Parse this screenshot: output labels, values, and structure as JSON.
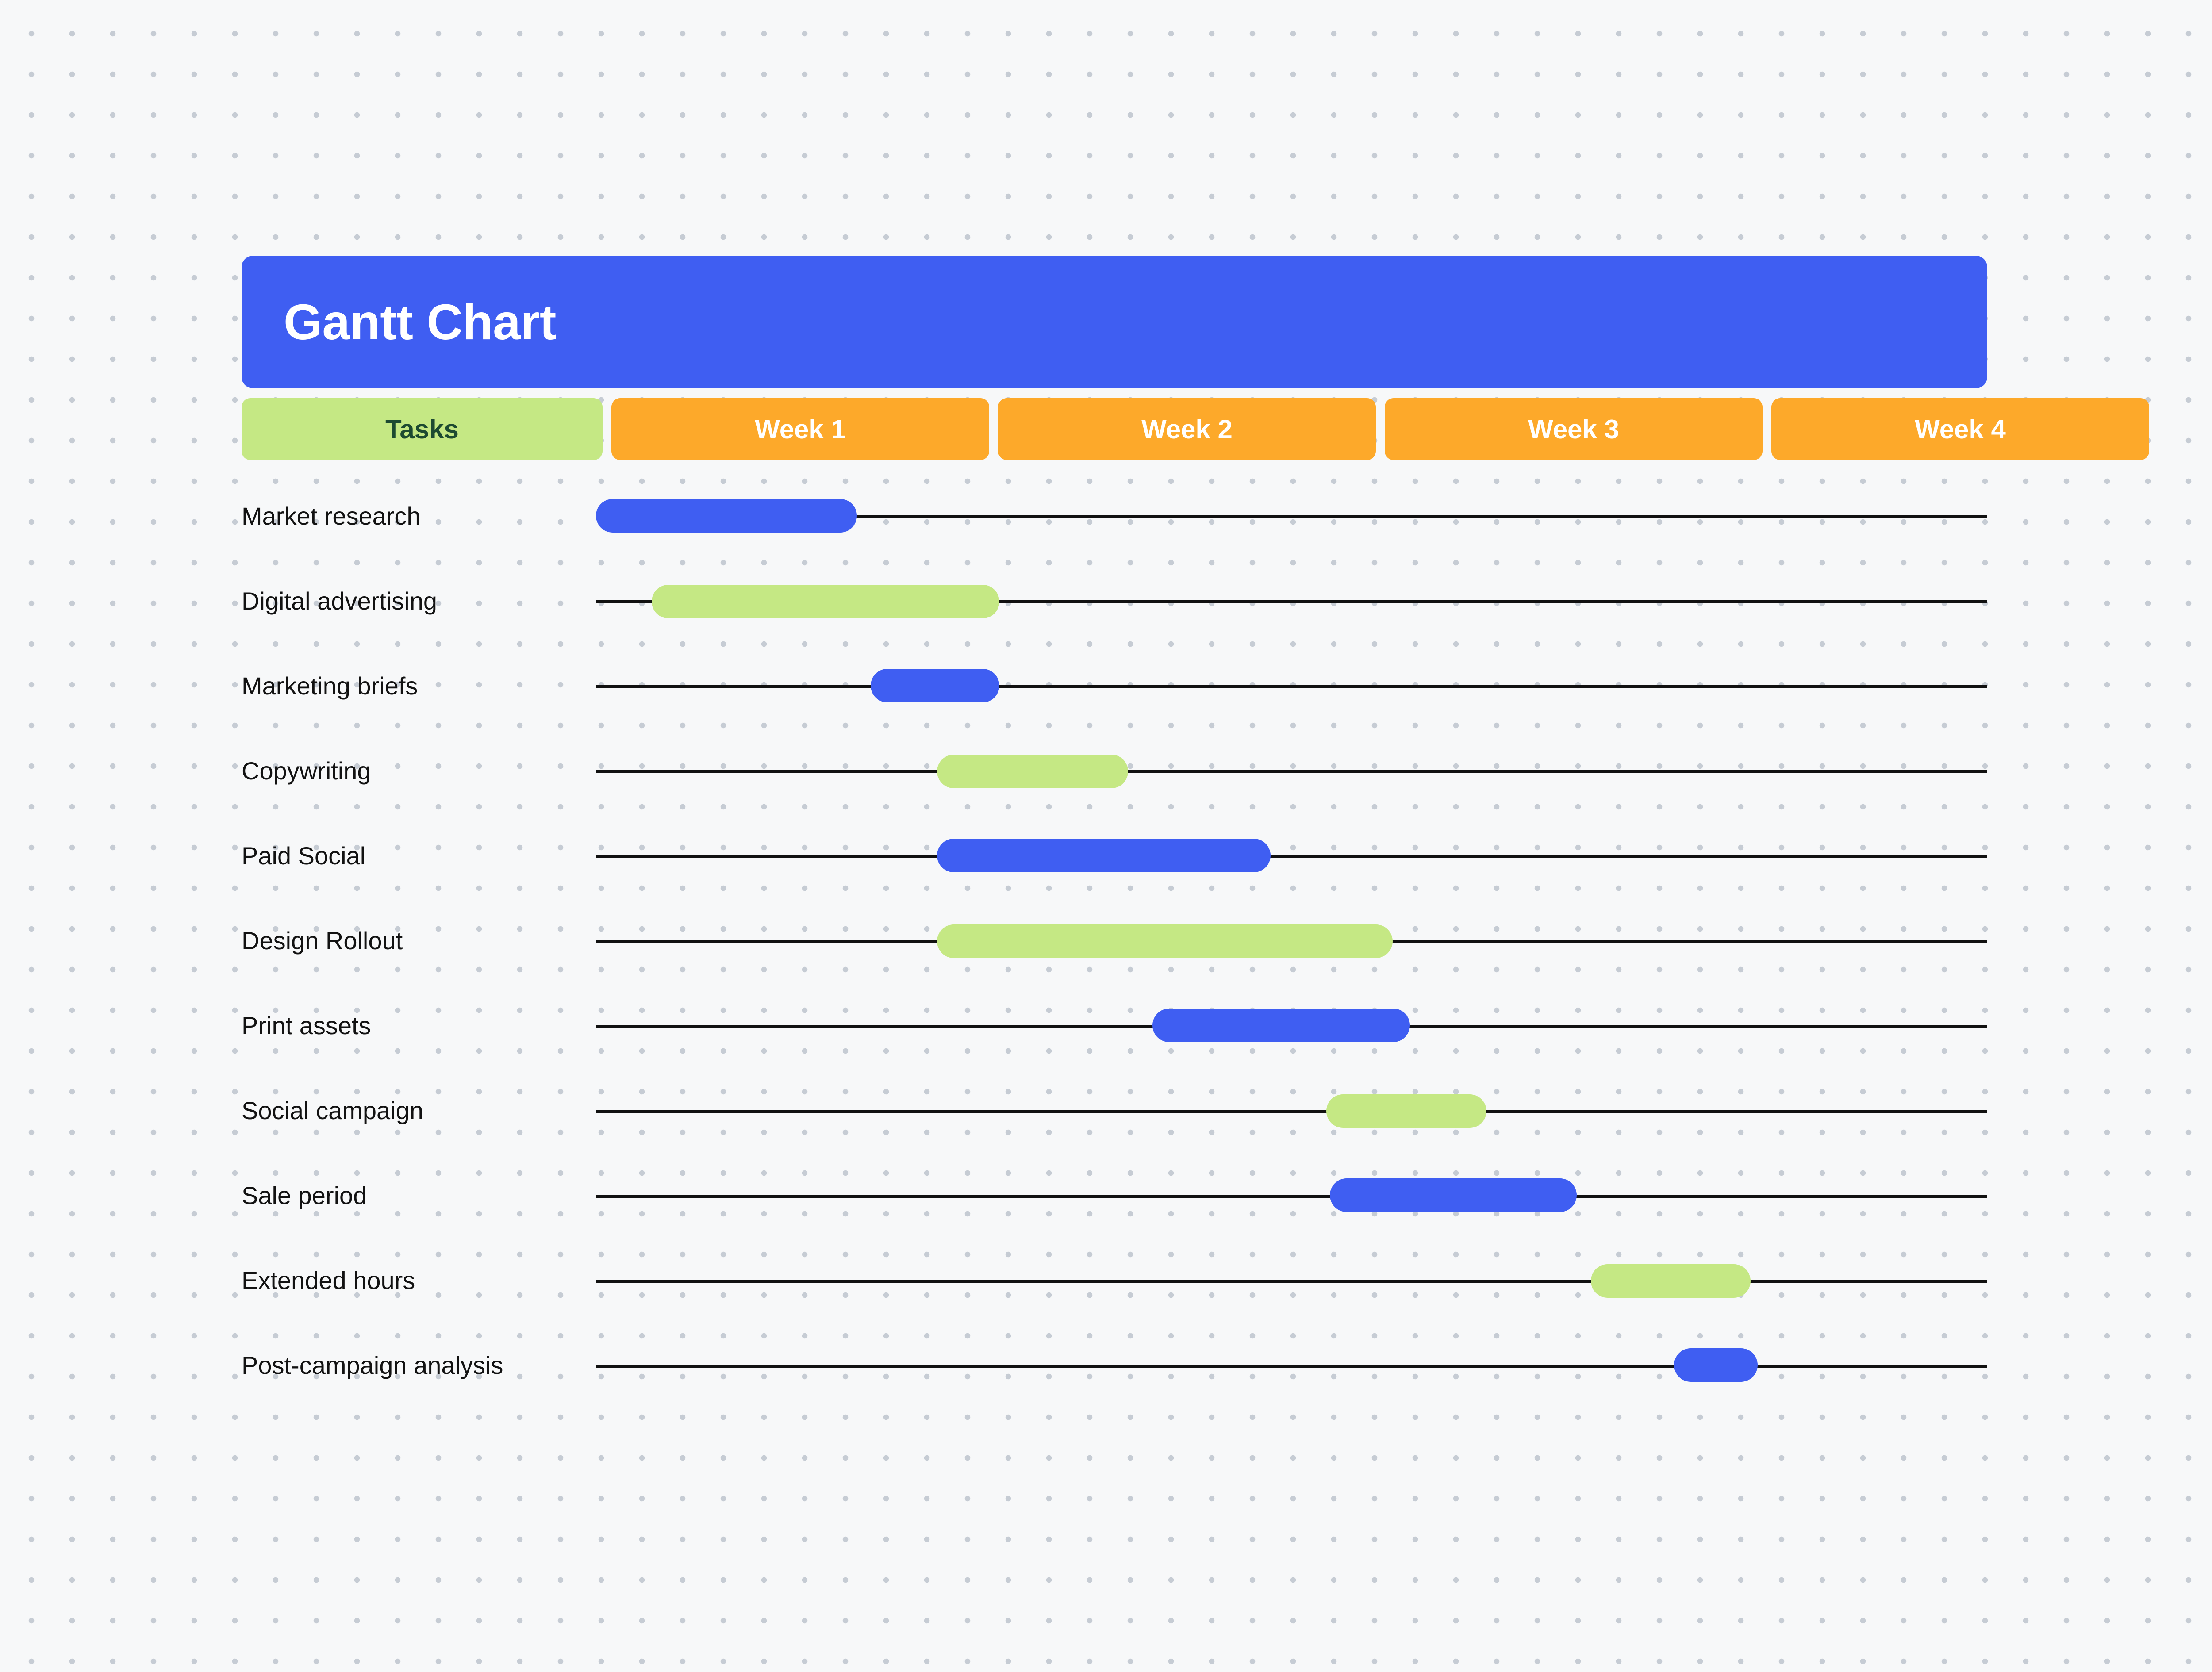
{
  "title": "Gantt Chart",
  "colors": {
    "accent_blue": "#3F5EF2",
    "accent_green": "#C5E884",
    "accent_orange": "#FDA92A",
    "tasks_header_text": "#1D4A31",
    "background": "#F7F8F9",
    "dot": "#C6CCD4",
    "baseline": "#111111"
  },
  "header": {
    "tasks_label": "Tasks",
    "weeks": [
      "Week 1",
      "Week 2",
      "Week 3",
      "Week 4"
    ]
  },
  "chart_data": {
    "type": "bar",
    "title": "Gantt Chart",
    "xlabel": "",
    "ylabel": "",
    "categories": [
      "Week 1",
      "Week 2",
      "Week 3",
      "Week 4"
    ],
    "x_axis": {
      "unit": "week",
      "min": 0,
      "max": 4,
      "ticks": [
        0,
        1,
        2,
        3,
        4
      ],
      "tick_labels": [
        "Week 1",
        "Week 2",
        "Week 3",
        "Week 4"
      ]
    },
    "grid": false,
    "legend": "none",
    "tasks": [
      {
        "label": "Market research",
        "start": 0.0,
        "end": 0.75,
        "color": "blue"
      },
      {
        "label": "Digital advertising",
        "start": 0.16,
        "end": 1.16,
        "color": "green"
      },
      {
        "label": "Marketing briefs",
        "start": 0.79,
        "end": 1.16,
        "color": "blue"
      },
      {
        "label": "Copywriting",
        "start": 0.98,
        "end": 1.53,
        "color": "green"
      },
      {
        "label": "Paid Social",
        "start": 0.98,
        "end": 1.94,
        "color": "blue"
      },
      {
        "label": "Design Rollout",
        "start": 0.98,
        "end": 2.29,
        "color": "green"
      },
      {
        "label": "Print assets",
        "start": 1.6,
        "end": 2.34,
        "color": "blue"
      },
      {
        "label": "Social campaign",
        "start": 2.1,
        "end": 2.56,
        "color": "green"
      },
      {
        "label": "Sale period",
        "start": 2.11,
        "end": 2.82,
        "color": "blue"
      },
      {
        "label": "Extended hours",
        "start": 2.86,
        "end": 3.32,
        "color": "green"
      },
      {
        "label": "Post-campaign analysis",
        "start": 3.1,
        "end": 3.34,
        "color": "blue"
      }
    ]
  }
}
